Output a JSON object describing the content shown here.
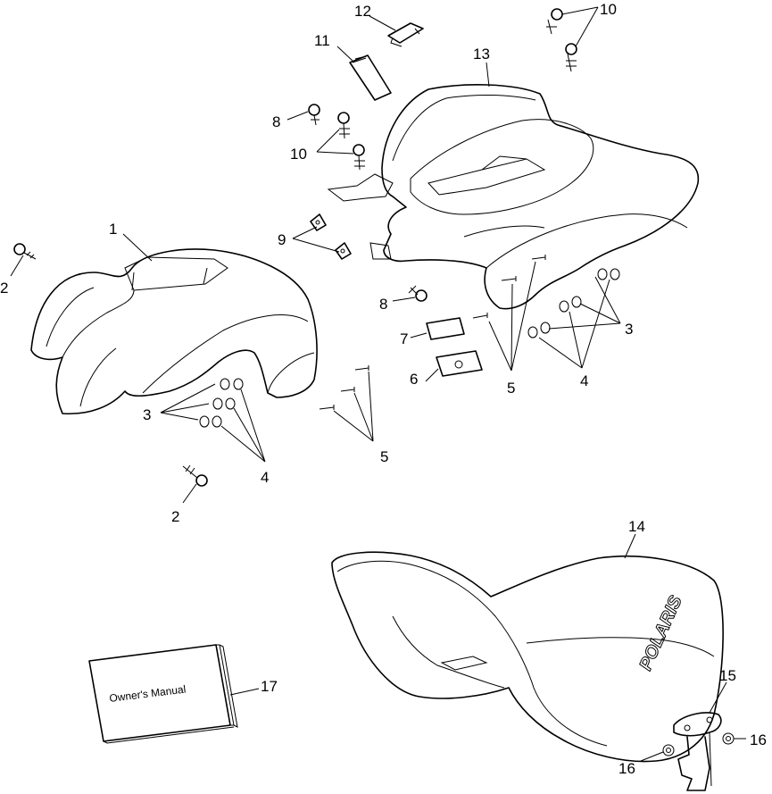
{
  "callouts": {
    "c1": "1",
    "c2a": "2",
    "c2b": "2",
    "c3a": "3",
    "c3b": "3",
    "c4a": "4",
    "c4b": "4",
    "c5a": "5",
    "c5b": "5",
    "c6": "6",
    "c7": "7",
    "c8a": "8",
    "c8b": "8",
    "c9": "9",
    "c10a": "10",
    "c10b": "10",
    "c11": "11",
    "c12": "12",
    "c13": "13",
    "c14": "14",
    "c15": "15",
    "c16a": "16",
    "c16b": "16",
    "c17": "17"
  },
  "manual": {
    "title": "Owner's Manual"
  },
  "seat": {
    "logo": "POLARIS"
  }
}
